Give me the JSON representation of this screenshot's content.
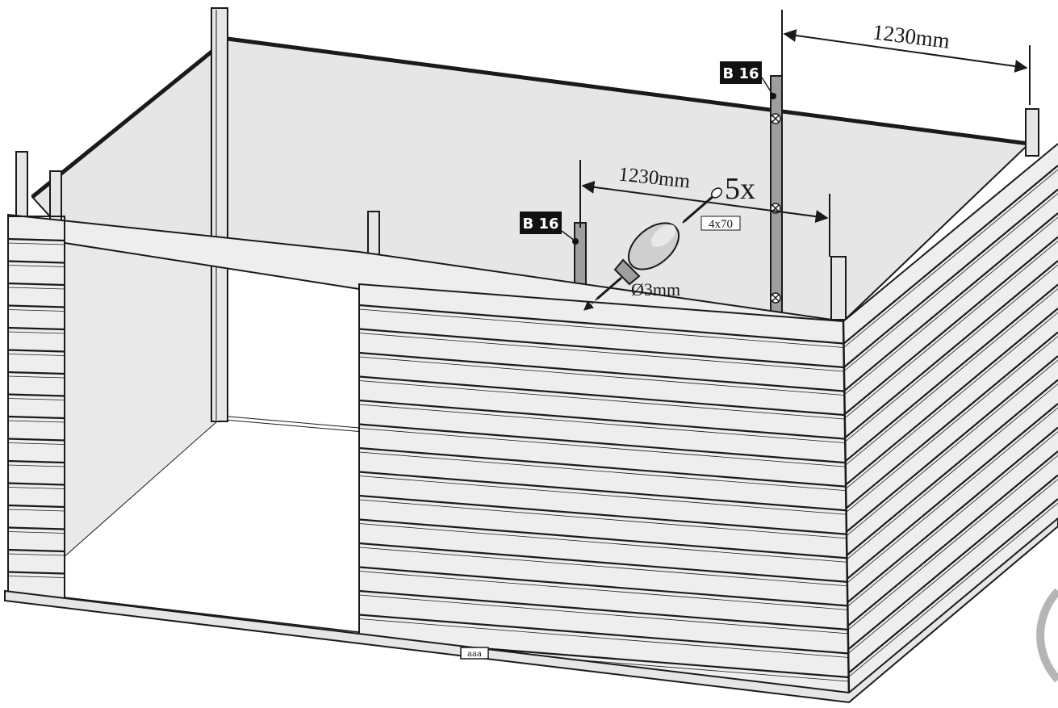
{
  "labels": {
    "part_tag_right": "B 16",
    "part_tag_left": "B 16",
    "dim_top": "1230mm",
    "dim_inner": "1230mm",
    "screw_count": "5x",
    "screw_size": "4x70",
    "drill_bit": "Ø3mm",
    "base_label": "aaa"
  },
  "icons": {
    "drill": "drill-icon",
    "screw": "screw-icon",
    "screw_mark": "screw-x-mark-icon"
  },
  "colors": {
    "line": "#1a1a1a",
    "panel_fill": "#e6e6e6",
    "board_fill": "#eeeeee",
    "post_fill": "#dcdcdc",
    "batten_fill": "#9e9e9e",
    "tag_fill": "#111111",
    "tag_text": "#ffffff"
  }
}
